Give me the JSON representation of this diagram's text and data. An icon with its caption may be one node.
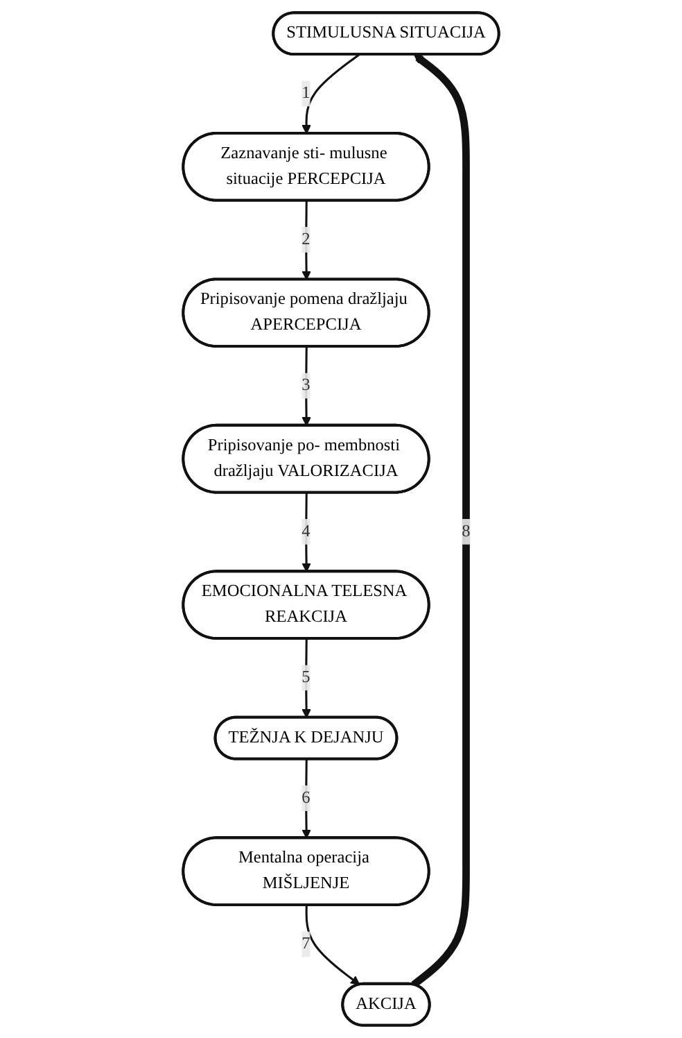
{
  "diagram": {
    "nodes": [
      {
        "text": [
          "STIMULUSNA SITUACIJA"
        ]
      },
      {
        "text": [
          "Zaznavanje sti- mulusne situacije PERCEPCIJA"
        ]
      },
      {
        "text": [
          "Pripisovanje pomena dražljaju APERCEPCIJA"
        ]
      },
      {
        "text": [
          "Pripisovanje po- membnosti dražljaju VALORIZACIJA"
        ]
      },
      {
        "text": [
          "EMOCIONALNA TELESNA REAKCIJA"
        ]
      },
      {
        "text": [
          "TEŽNJA K DEJANJU"
        ]
      },
      {
        "text": [
          "Mentalna operacija MIŠLJENJE"
        ]
      },
      {
        "text": [
          "AKCIJA"
        ]
      }
    ],
    "edges": [
      {
        "from": 0,
        "to": 1,
        "arrow": "to",
        "label": "1"
      },
      {
        "from": 1,
        "to": 2,
        "arrow": "to",
        "label": "2"
      },
      {
        "from": 2,
        "to": 3,
        "arrow": "to",
        "label": "3"
      },
      {
        "from": 3,
        "to": 4,
        "arrow": "to",
        "label": "4"
      },
      {
        "from": 4,
        "to": 5,
        "arrow": "to",
        "label": "5"
      },
      {
        "from": 5,
        "to": 6,
        "arrow": "to",
        "label": "6"
      },
      {
        "from": 6,
        "to": 7,
        "arrow": "to",
        "label": "7"
      },
      {
        "from": 7,
        "to": 0,
        "arrow": "to",
        "label": "8",
        "style": "thick"
      }
    ]
  }
}
